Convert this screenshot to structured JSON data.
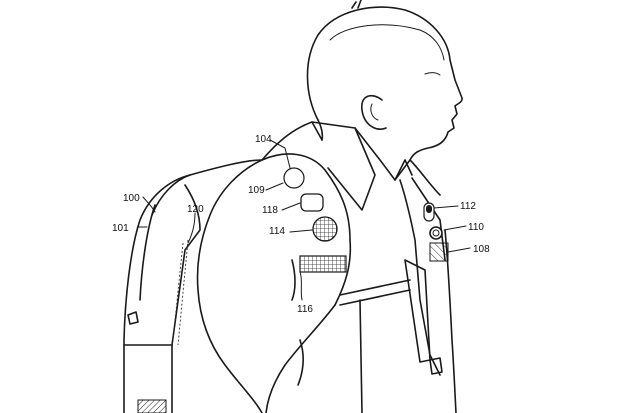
{
  "figure": {
    "labels": {
      "l100": "100",
      "l101": "101",
      "l104": "104",
      "l108": "108",
      "l109": "109",
      "l110": "110",
      "l112": "112",
      "l114": "114",
      "l116": "116",
      "l118": "118",
      "l120": "120"
    }
  }
}
